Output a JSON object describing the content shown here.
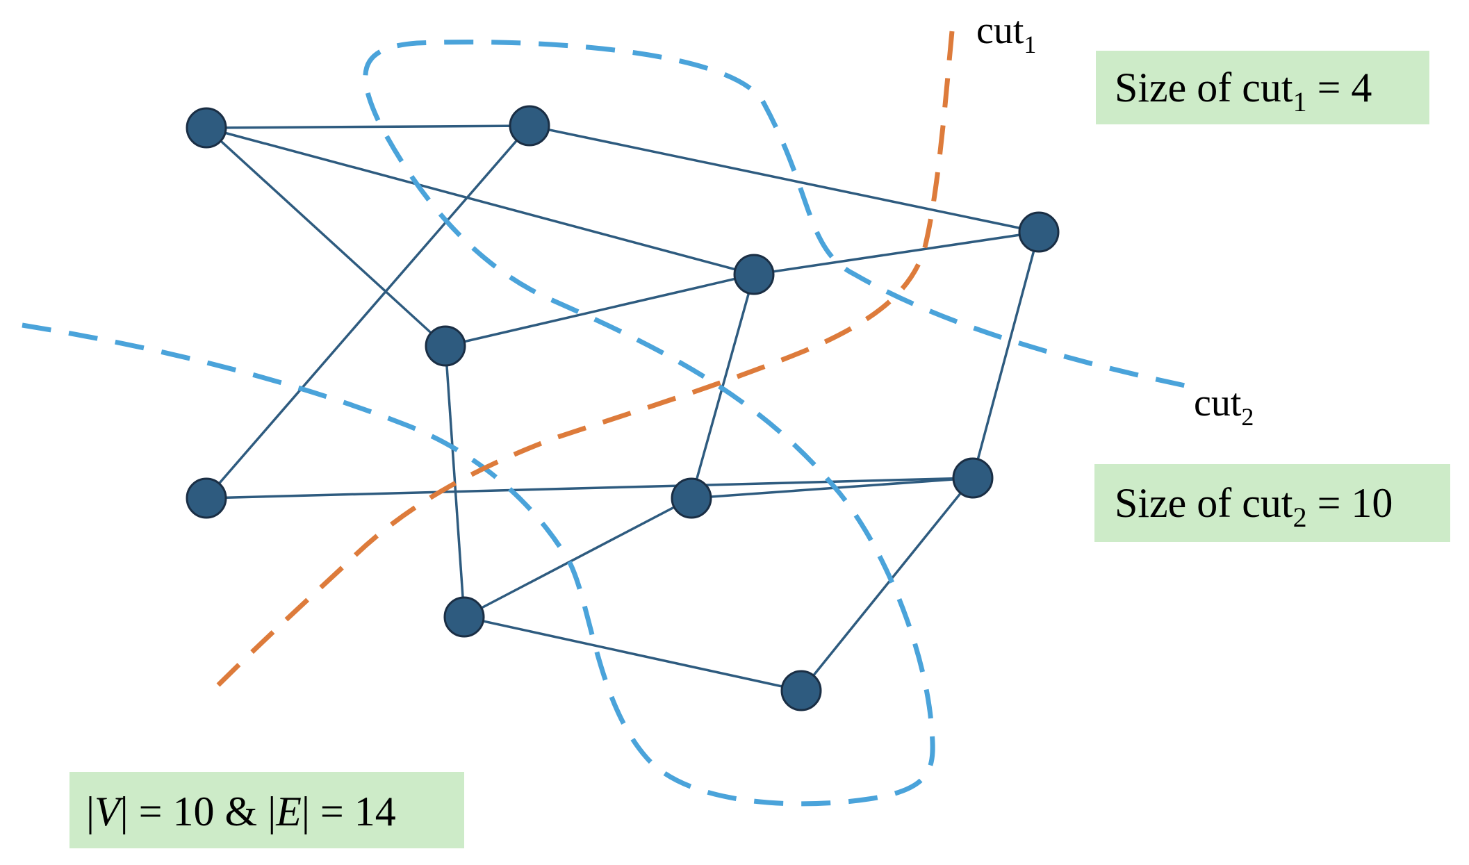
{
  "graph": {
    "nodes": [
      "n1",
      "n2",
      "n3",
      "n4",
      "n5",
      "n6",
      "n7",
      "n8",
      "n9",
      "n10"
    ],
    "edges": [
      [
        "n1",
        "n2"
      ],
      [
        "n1",
        "n4"
      ],
      [
        "n1",
        "n5"
      ],
      [
        "n2",
        "n3"
      ],
      [
        "n2",
        "n6"
      ],
      [
        "n3",
        "n4"
      ],
      [
        "n3",
        "n8"
      ],
      [
        "n4",
        "n5"
      ],
      [
        "n4",
        "n7"
      ],
      [
        "n5",
        "n9"
      ],
      [
        "n6",
        "n8"
      ],
      [
        "n7",
        "n8"
      ],
      [
        "n7",
        "n9"
      ],
      [
        "n8",
        "n10"
      ],
      [
        "n9",
        "n10"
      ]
    ]
  },
  "labels": {
    "cut1": {
      "base": "cut",
      "sub": "1"
    },
    "cut2": {
      "base": "cut",
      "sub": "2"
    }
  },
  "boxes": {
    "cut1_size": {
      "prefix": "Size of cut",
      "sub": "1",
      "suffix": " = 4"
    },
    "cut2_size": {
      "prefix": "Size of cut",
      "sub": "2",
      "suffix": " = 10"
    },
    "graph_size": {
      "p1": "|",
      "v": "V",
      "p2": "| = 10 & |",
      "e": "E",
      "p3": "| = 14"
    }
  },
  "colors": {
    "node_fill": "#2E5B7F",
    "node_stroke": "#1A2E44",
    "edge": "#2E5B7F",
    "cut1": "#DD7B3B",
    "cut2": "#4AA3DA",
    "box_fill": "#CDEBC8"
  }
}
